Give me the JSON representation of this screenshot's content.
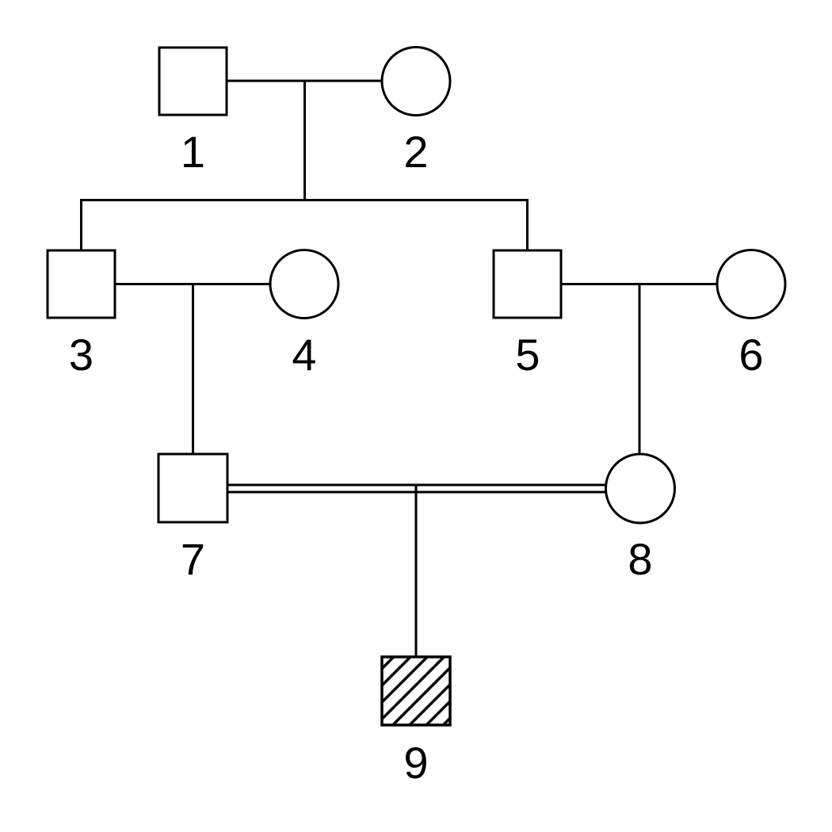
{
  "diagram": {
    "type": "pedigree-chart",
    "background_color": "#ffffff",
    "line_color": "#000000",
    "symbol_fill": "#ffffff",
    "affected_fill_style": "diagonal-hatch",
    "individuals": [
      {
        "id": "1",
        "label": "1",
        "sex": "male",
        "symbol": "square",
        "affected": false,
        "generation": 1
      },
      {
        "id": "2",
        "label": "2",
        "sex": "female",
        "symbol": "circle",
        "affected": false,
        "generation": 1
      },
      {
        "id": "3",
        "label": "3",
        "sex": "male",
        "symbol": "square",
        "affected": false,
        "generation": 2
      },
      {
        "id": "4",
        "label": "4",
        "sex": "female",
        "symbol": "circle",
        "affected": false,
        "generation": 2
      },
      {
        "id": "5",
        "label": "5",
        "sex": "male",
        "symbol": "square",
        "affected": false,
        "generation": 2
      },
      {
        "id": "6",
        "label": "6",
        "sex": "female",
        "symbol": "circle",
        "affected": false,
        "generation": 2
      },
      {
        "id": "7",
        "label": "7",
        "sex": "male",
        "symbol": "square",
        "affected": false,
        "generation": 3
      },
      {
        "id": "8",
        "label": "8",
        "sex": "female",
        "symbol": "circle",
        "affected": false,
        "generation": 3
      },
      {
        "id": "9",
        "label": "9",
        "sex": "male",
        "symbol": "square",
        "affected": true,
        "generation": 4
      }
    ],
    "unions": [
      {
        "partners": [
          "1",
          "2"
        ],
        "consanguineous": false,
        "children": [
          "3",
          "5"
        ]
      },
      {
        "partners": [
          "3",
          "4"
        ],
        "consanguineous": false,
        "children": [
          "7"
        ]
      },
      {
        "partners": [
          "5",
          "6"
        ],
        "consanguineous": false,
        "children": [
          "8"
        ]
      },
      {
        "partners": [
          "7",
          "8"
        ],
        "consanguineous": true,
        "children": [
          "9"
        ]
      }
    ]
  },
  "individuals": [
    {
      "label": "1"
    },
    {
      "label": "2"
    },
    {
      "label": "3"
    },
    {
      "label": "4"
    },
    {
      "label": "5"
    },
    {
      "label": "6"
    },
    {
      "label": "7"
    },
    {
      "label": "8"
    },
    {
      "label": "9"
    }
  ]
}
